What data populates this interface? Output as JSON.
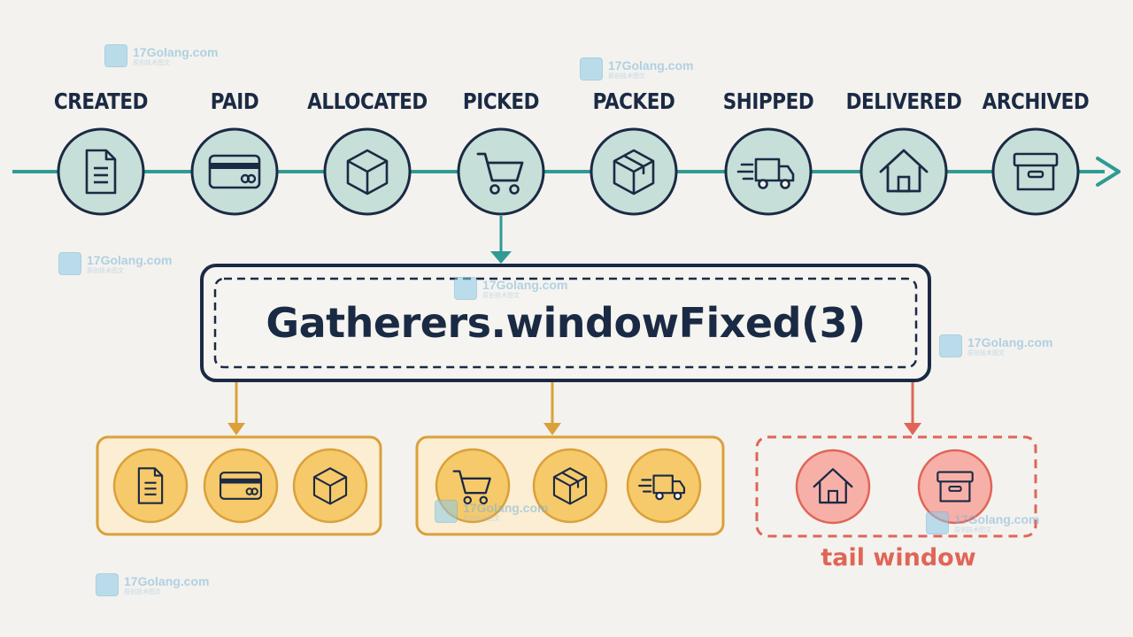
{
  "stages": [
    {
      "label": "CREATED",
      "icon": "document-icon"
    },
    {
      "label": "PAID",
      "icon": "credit-card-icon"
    },
    {
      "label": "ALLOCATED",
      "icon": "cube-icon"
    },
    {
      "label": "PICKED",
      "icon": "shopping-cart-icon"
    },
    {
      "label": "PACKED",
      "icon": "package-icon"
    },
    {
      "label": "SHIPPED",
      "icon": "delivery-truck-icon"
    },
    {
      "label": "DELIVERED",
      "icon": "house-icon"
    },
    {
      "label": "ARCHIVED",
      "icon": "archive-box-icon"
    }
  ],
  "gatherer": {
    "label": "Gatherers.windowFixed(3)"
  },
  "windows": [
    {
      "icons": [
        "document-icon",
        "credit-card-icon",
        "cube-icon"
      ],
      "kind": "full"
    },
    {
      "icons": [
        "shopping-cart-icon",
        "package-icon",
        "delivery-truck-icon"
      ],
      "kind": "full"
    },
    {
      "icons": [
        "house-icon",
        "archive-box-icon"
      ],
      "kind": "tail"
    }
  ],
  "tail_label": "tail window",
  "watermark": {
    "main": "17Golang.com",
    "sub": "原创技术图文"
  },
  "colors": {
    "flow": "#2f9b94",
    "stage_fill": "#c6dfd8",
    "ink": "#1b2a44",
    "window_stroke": "#dba03a",
    "window_fill": "#fbeed3",
    "icon_fill": "#f6c96a",
    "tail_stroke": "#e06558",
    "tail_fill": "#f7b0a8"
  }
}
